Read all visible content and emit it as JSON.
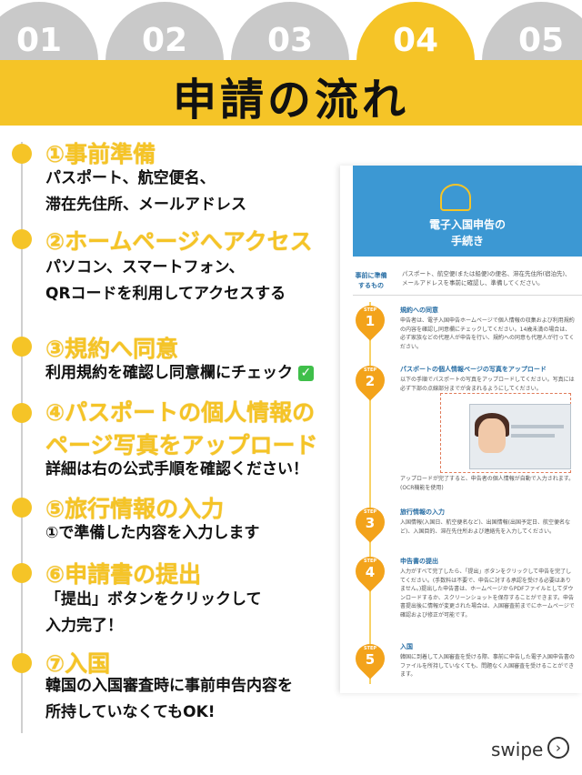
{
  "tabs": [
    "01",
    "02",
    "03",
    "04",
    "05"
  ],
  "active_tab": "04",
  "title": "申請の流れ",
  "steps": [
    {
      "title": "①事前準備",
      "lines": [
        "パスポート、航空便名、",
        "滞在先住所、メールアドレス"
      ]
    },
    {
      "title": "②ホームページへアクセス",
      "lines": [
        "パソコン、スマートフォン、",
        "QRコードを利用してアクセスする"
      ]
    },
    {
      "title": "③規約へ同意",
      "lines": [
        "利用規約を確認し同意欄にチェック"
      ]
    },
    {
      "title_lines": [
        "④パスポートの個人情報の",
        "ページ写真をアップロード"
      ],
      "lines": [
        "詳細は右の公式手順を確認ください！"
      ]
    },
    {
      "title": "⑤旅行情報の入力",
      "lines": [
        "①で準備した内容を入力します"
      ]
    },
    {
      "title": "⑥申請書の提出",
      "lines": [
        "「提出」ボタンをクリックして",
        "入力完了！"
      ]
    },
    {
      "title": "⑦入国",
      "lines": [
        "韓国の入国審査時に事前申告内容を",
        "所持していなくてもOK!"
      ]
    }
  ],
  "check_icon": "✓",
  "doc": {
    "header_title": [
      "電子入国申告の",
      "手続き"
    ],
    "prep_label": [
      "事前に準備",
      "するもの"
    ],
    "prep_text": "パスポート、航空便(または船便)の便名、滞在先住所(宿泊先)、メールアドレスを事前に確認し、準備してください。",
    "step_label": "STEP",
    "steps": [
      {
        "num": "1",
        "title": "規約への同意",
        "text": "申告者は、電子入国申告ホームページで個人情報の収集および利用規約の内容を確認し同意欄にチェックしてください。14歳未満の場合は、必ず家族などの代理人が申告を行い、規約への同意も代理人が行ってください。"
      },
      {
        "num": "2",
        "title": "パスポートの個人情報ページの写真をアップロード",
        "text": "以下の手順でパスポートの写真をアップロードしてください。写真には必ず下部の点線部分までが含まれるようにしてください。",
        "after": "アップロードが完了すると、申告者の個人情報が自動で入力されます。(OCR機能を使用)"
      },
      {
        "num": "3",
        "title": "旅行情報の入力",
        "text": "入国情報(入国日、航空便名など)、出国情報(出国予定日、航空便名など)、入国目的、滞在先住所および連絡先を入力してください。"
      },
      {
        "num": "4",
        "title": "申告書の提出",
        "text": "入力がすべて完了したら、「提出」ボタンをクリックして申告を完了してください。(手数料は不要で、申告に対する承認を受ける必要はありません。)提出した申告書は、ホームページからPDFファイルとしてダウンロードするか、スクリーンショットを保存することができます。申告書提出後に情報が変更された場合は、入国審査前までにホームページで確認および修正が可能です。"
      },
      {
        "num": "5",
        "title": "入国",
        "text": "韓国に到着して入国審査を受ける際、事前に申告した電子入国申告書のファイルを所持していなくても、問題なく入国審査を受けることができます。"
      }
    ]
  },
  "swipe": {
    "label": "swipe",
    "icon": "›"
  }
}
